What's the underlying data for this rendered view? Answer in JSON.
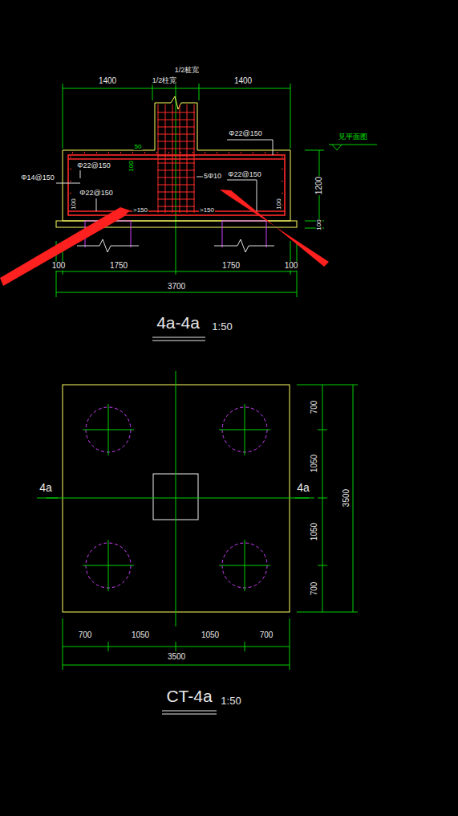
{
  "diagram": {
    "labels": [
      "1/2桩宽",
      "1400",
      "1/2柱宽",
      "1400",
      "Φ22@150",
      "见平面图",
      "100",
      "50",
      "Φ22@150",
      "Φ14@150",
      "5Φ10",
      "Φ22@150",
      "Φ22@150",
      "100",
      ">150",
      ">150",
      "100",
      "1200",
      "100",
      "100",
      "1750",
      "1750",
      "100",
      "3700",
      "4a-4a",
      "1:50",
      "700",
      "1050",
      "1050",
      "700",
      "3500",
      "4a",
      "4a",
      "700",
      "1050",
      "1050",
      "700",
      "3500",
      "CT-4a",
      "1:50"
    ]
  }
}
